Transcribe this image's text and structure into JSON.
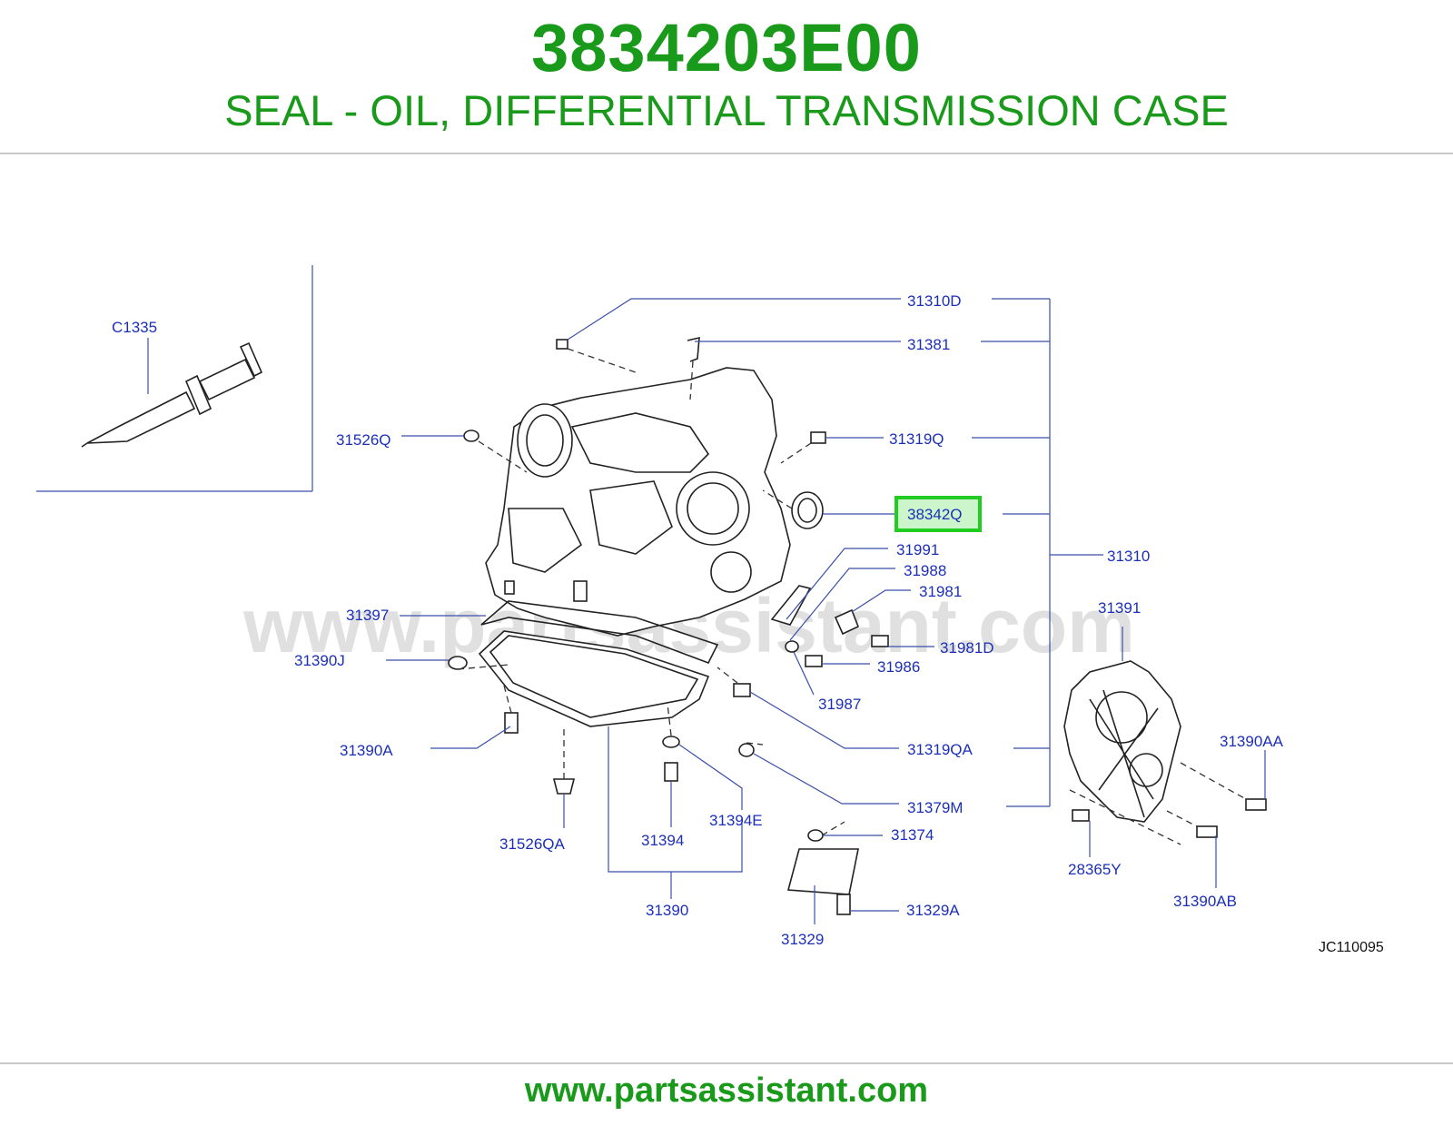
{
  "header": {
    "part_number": "3834203E00",
    "description": "SEAL - OIL, DIFFERENTIAL TRANSMISSION CASE"
  },
  "diagram": {
    "watermark": "www.partsassistant.com",
    "reference_code": "JC110095",
    "highlighted_label": "38342Q",
    "highlight_color": "#22cc22",
    "labels": {
      "c1335": "C1335",
      "l31310d": "31310D",
      "l31381": "31381",
      "l31526q": "31526Q",
      "l31319q": "31319Q",
      "l38342q": "38342Q",
      "l31310": "31310",
      "l31991": "31991",
      "l31988": "31988",
      "l31981": "31981",
      "l31397": "31397",
      "l31981d": "31981D",
      "l31391": "31391",
      "l31390j": "31390J",
      "l31986": "31986",
      "l31987": "31987",
      "l31390a": "31390A",
      "l31319qa": "31319QA",
      "l31390aa": "31390AA",
      "l31379m": "31379M",
      "l31394e": "31394E",
      "l31526qa": "31526QA",
      "l31394": "31394",
      "l31374": "31374",
      "l28365y": "28365Y",
      "l31390ab": "31390AB",
      "l31390": "31390",
      "l31329a": "31329A",
      "l31329": "31329"
    }
  },
  "footer": {
    "url": "www.partsassistant.com"
  }
}
